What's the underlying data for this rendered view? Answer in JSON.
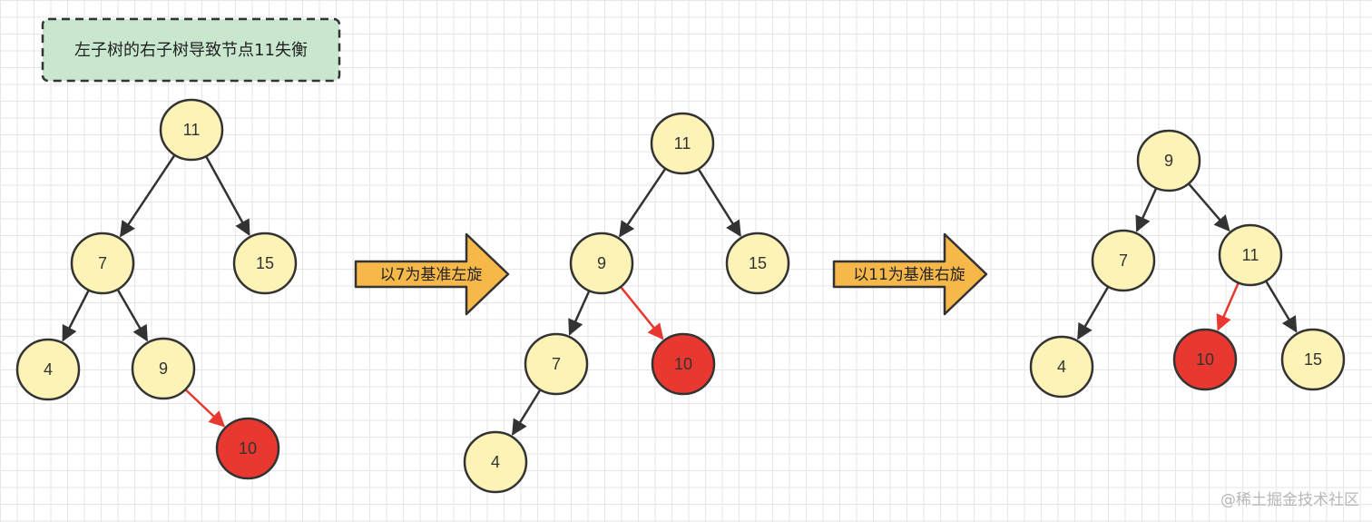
{
  "note": {
    "text": "左子树的右子树导致节点11失衡",
    "fill": "#c9e7cf",
    "border": "#333333"
  },
  "steps": [
    {
      "label": "以7为基准左旋"
    },
    {
      "label": "以11为基准右旋"
    }
  ],
  "colors": {
    "node_fill": "#fdf3b6",
    "node_stroke": "#333333",
    "highlight_fill": "#e8382f",
    "edge": "#333333",
    "highlight_edge": "#e8382f",
    "step_arrow_fill": "#f7b84a"
  },
  "trees": [
    {
      "name": "original",
      "nodes": [
        {
          "id": "n11",
          "label": "11"
        },
        {
          "id": "n7",
          "label": "7"
        },
        {
          "id": "n15",
          "label": "15"
        },
        {
          "id": "n4",
          "label": "4"
        },
        {
          "id": "n9",
          "label": "9"
        },
        {
          "id": "n10",
          "label": "10",
          "highlight": true
        }
      ],
      "edges": [
        {
          "from": "n11",
          "to": "n7"
        },
        {
          "from": "n11",
          "to": "n15"
        },
        {
          "from": "n7",
          "to": "n4"
        },
        {
          "from": "n7",
          "to": "n9"
        },
        {
          "from": "n9",
          "to": "n10",
          "highlight": true
        }
      ]
    },
    {
      "name": "after-left-rotation",
      "nodes": [
        {
          "id": "n11",
          "label": "11"
        },
        {
          "id": "n9",
          "label": "9"
        },
        {
          "id": "n15",
          "label": "15"
        },
        {
          "id": "n7",
          "label": "7"
        },
        {
          "id": "n10",
          "label": "10",
          "highlight": true
        },
        {
          "id": "n4",
          "label": "4"
        }
      ],
      "edges": [
        {
          "from": "n11",
          "to": "n9"
        },
        {
          "from": "n11",
          "to": "n15"
        },
        {
          "from": "n9",
          "to": "n7"
        },
        {
          "from": "n9",
          "to": "n10",
          "highlight": true
        },
        {
          "from": "n7",
          "to": "n4"
        }
      ]
    },
    {
      "name": "after-right-rotation",
      "nodes": [
        {
          "id": "n9",
          "label": "9"
        },
        {
          "id": "n7",
          "label": "7"
        },
        {
          "id": "n11",
          "label": "11"
        },
        {
          "id": "n4",
          "label": "4"
        },
        {
          "id": "n10",
          "label": "10",
          "highlight": true
        },
        {
          "id": "n15",
          "label": "15"
        }
      ],
      "edges": [
        {
          "from": "n9",
          "to": "n7"
        },
        {
          "from": "n9",
          "to": "n11"
        },
        {
          "from": "n7",
          "to": "n4"
        },
        {
          "from": "n11",
          "to": "n10",
          "highlight": true
        },
        {
          "from": "n11",
          "to": "n15"
        }
      ]
    }
  ],
  "watermark": "@稀土掘金技术社区"
}
